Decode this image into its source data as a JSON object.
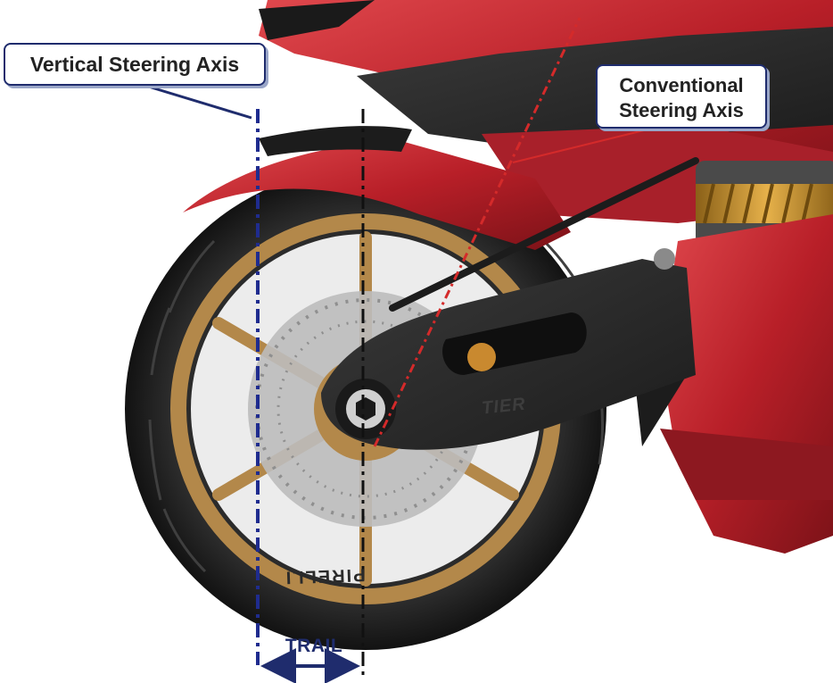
{
  "labels": {
    "vertical_axis": "Vertical Steering Axis",
    "conventional_axis_line1": "Conventional",
    "conventional_axis_line2": "Steering Axis",
    "trail": "TRAIL"
  },
  "decals": {
    "tire_brand": "PIRELLI",
    "swingarm_logo": "TIER"
  },
  "colors": {
    "callout_border": "#1f2c6d",
    "vertical_axis_line": "#1f2c8f",
    "conventional_axis_line": "#d42a2a",
    "body_red": "#c0262e",
    "rim_gold": "#b3884a"
  }
}
